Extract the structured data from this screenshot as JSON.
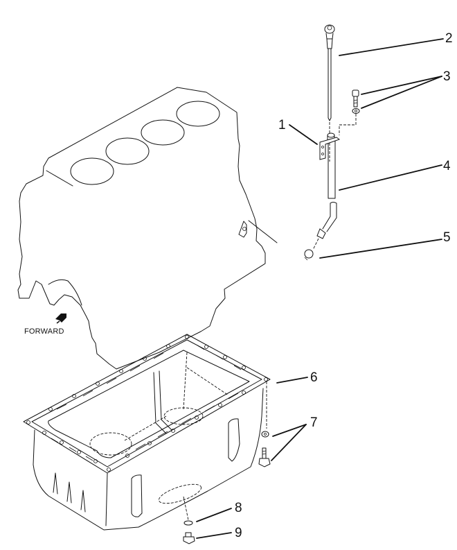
{
  "diagram": {
    "title": "Oil pan and dipstick exploded view",
    "orientation_label": "FORWARD",
    "callouts": [
      {
        "number": "1",
        "part": "Dipstick tube bracket"
      },
      {
        "number": "2",
        "part": "Dipstick"
      },
      {
        "number": "3",
        "part": "Bolt and washer"
      },
      {
        "number": "4",
        "part": "Dipstick tube"
      },
      {
        "number": "5",
        "part": "O-ring"
      },
      {
        "number": "6",
        "part": "Oil pan"
      },
      {
        "number": "7",
        "part": "Bolt and washer"
      },
      {
        "number": "8",
        "part": "Drain plug gasket"
      },
      {
        "number": "9",
        "part": "Drain plug"
      }
    ],
    "colors": {
      "line": "#111111",
      "background": "#ffffff"
    }
  }
}
